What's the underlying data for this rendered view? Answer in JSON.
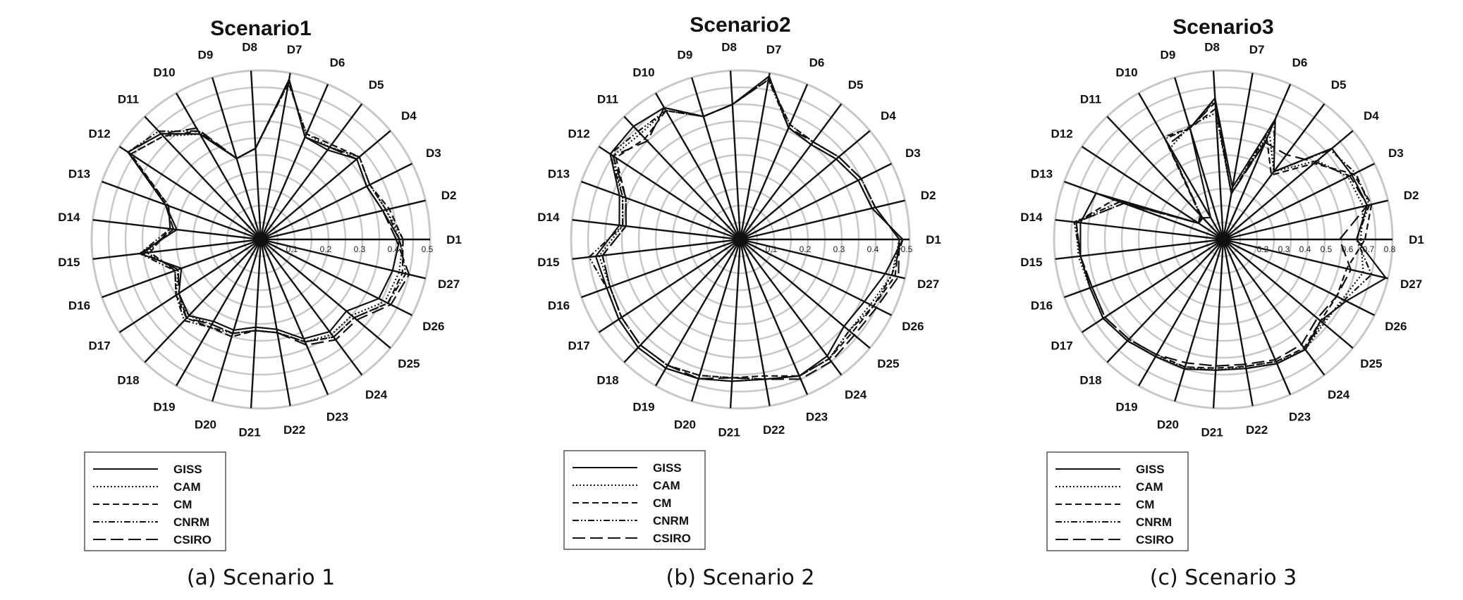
{
  "chart_data": [
    {
      "type": "radar",
      "title": "Scenario1",
      "caption": "(a) Scenario 1",
      "axis_labels": [
        "D1",
        "D2",
        "D3",
        "D4",
        "D5",
        "D6",
        "D7",
        "D8",
        "D9",
        "D10",
        "D11",
        "D12",
        "D13",
        "D14",
        "D15",
        "D16",
        "D17",
        "D18",
        "D19",
        "D20",
        "D21",
        "D22",
        "D23",
        "D24",
        "D25",
        "D26",
        "D27"
      ],
      "ticks": [
        0.1,
        0.2,
        0.3,
        0.4,
        0.5
      ],
      "tick_labels": [
        "0.1",
        "0.2",
        "0.3",
        "0.4",
        "0.5"
      ],
      "rmax": 0.5,
      "legend_position": "bottom-left",
      "series": [
        {
          "name": "GISS",
          "dash": "solid",
          "values": [
            0.41,
            0.37,
            0.35,
            0.37,
            0.33,
            0.33,
            0.48,
            0.27,
            0.25,
            0.36,
            0.43,
            0.47,
            0.3,
            0.25,
            0.36,
            0.25,
            0.29,
            0.31,
            0.28,
            0.28,
            0.26,
            0.27,
            0.32,
            0.34,
            0.33,
            0.39,
            0.4
          ]
        },
        {
          "name": "CAM",
          "dash": "dotted",
          "values": [
            0.42,
            0.38,
            0.36,
            0.38,
            0.34,
            0.34,
            0.47,
            0.27,
            0.25,
            0.36,
            0.42,
            0.46,
            0.3,
            0.26,
            0.34,
            0.26,
            0.3,
            0.31,
            0.29,
            0.29,
            0.27,
            0.28,
            0.33,
            0.35,
            0.35,
            0.41,
            0.42
          ]
        },
        {
          "name": "CM",
          "dash": "dashed",
          "values": [
            0.42,
            0.39,
            0.36,
            0.38,
            0.35,
            0.34,
            0.47,
            0.27,
            0.25,
            0.37,
            0.42,
            0.46,
            0.29,
            0.27,
            0.33,
            0.27,
            0.3,
            0.32,
            0.3,
            0.3,
            0.27,
            0.28,
            0.33,
            0.36,
            0.36,
            0.42,
            0.43
          ]
        },
        {
          "name": "CNRM",
          "dash": "dashdot",
          "values": [
            0.41,
            0.38,
            0.36,
            0.38,
            0.34,
            0.33,
            0.48,
            0.27,
            0.25,
            0.37,
            0.44,
            0.47,
            0.29,
            0.27,
            0.36,
            0.27,
            0.3,
            0.33,
            0.3,
            0.29,
            0.27,
            0.28,
            0.33,
            0.36,
            0.36,
            0.42,
            0.44
          ]
        },
        {
          "name": "CSIRO",
          "dash": "longdash",
          "values": [
            0.4,
            0.37,
            0.35,
            0.37,
            0.34,
            0.33,
            0.48,
            0.27,
            0.25,
            0.38,
            0.43,
            0.47,
            0.3,
            0.26,
            0.35,
            0.26,
            0.29,
            0.32,
            0.29,
            0.29,
            0.27,
            0.28,
            0.34,
            0.37,
            0.37,
            0.43,
            0.45
          ]
        }
      ]
    },
    {
      "type": "radar",
      "title": "Scenario2",
      "caption": "(b) Scenario 2",
      "axis_labels": [
        "D1",
        "D2",
        "D3",
        "D4",
        "D5",
        "D6",
        "D7",
        "D8",
        "D9",
        "D10",
        "D11",
        "D12",
        "D13",
        "D14",
        "D15",
        "D16",
        "D17",
        "D18",
        "D19",
        "D20",
        "D21",
        "D22",
        "D23",
        "D24",
        "D25",
        "D26",
        "D27"
      ],
      "ticks": [
        0.1,
        0.2,
        0.3,
        0.4,
        0.5
      ],
      "tick_labels": [
        "0.1",
        "0.2",
        "0.3",
        "0.4",
        "0.5"
      ],
      "rmax": 0.5,
      "legend_position": "bottom-left",
      "series": [
        {
          "name": "GISS",
          "dash": "solid",
          "values": [
            0.48,
            0.4,
            0.39,
            0.37,
            0.35,
            0.36,
            0.49,
            0.4,
            0.38,
            0.45,
            0.46,
            0.46,
            0.38,
            0.36,
            0.43,
            0.42,
            0.43,
            0.44,
            0.44,
            0.43,
            0.42,
            0.42,
            0.44,
            0.43,
            0.4,
            0.41,
            0.44
          ]
        },
        {
          "name": "CAM",
          "dash": "dotted",
          "values": [
            0.47,
            0.41,
            0.4,
            0.38,
            0.36,
            0.37,
            0.48,
            0.4,
            0.38,
            0.44,
            0.43,
            0.45,
            0.37,
            0.35,
            0.42,
            0.41,
            0.42,
            0.43,
            0.43,
            0.42,
            0.41,
            0.42,
            0.44,
            0.44,
            0.42,
            0.43,
            0.46
          ]
        },
        {
          "name": "CM",
          "dash": "dashed",
          "values": [
            0.47,
            0.41,
            0.4,
            0.38,
            0.36,
            0.37,
            0.48,
            0.4,
            0.38,
            0.44,
            0.41,
            0.44,
            0.36,
            0.34,
            0.41,
            0.41,
            0.42,
            0.43,
            0.43,
            0.42,
            0.41,
            0.41,
            0.44,
            0.44,
            0.43,
            0.44,
            0.47
          ]
        },
        {
          "name": "CNRM",
          "dash": "dashdot",
          "values": [
            0.48,
            0.4,
            0.39,
            0.37,
            0.35,
            0.36,
            0.48,
            0.4,
            0.38,
            0.44,
            0.44,
            0.46,
            0.37,
            0.35,
            0.45,
            0.42,
            0.43,
            0.44,
            0.44,
            0.43,
            0.42,
            0.42,
            0.44,
            0.44,
            0.42,
            0.44,
            0.46
          ]
        },
        {
          "name": "CSIRO",
          "dash": "longdash",
          "values": [
            0.47,
            0.41,
            0.4,
            0.38,
            0.36,
            0.36,
            0.49,
            0.4,
            0.38,
            0.45,
            0.4,
            0.45,
            0.36,
            0.34,
            0.41,
            0.41,
            0.42,
            0.43,
            0.43,
            0.43,
            0.41,
            0.42,
            0.45,
            0.45,
            0.44,
            0.45,
            0.48
          ]
        }
      ]
    },
    {
      "type": "radar",
      "title": "Scenario3",
      "caption": "(c) Scenario 3",
      "axis_labels": [
        "D1",
        "D2",
        "D3",
        "D4",
        "D5",
        "D6",
        "D7",
        "D8",
        "D9",
        "D10",
        "D11",
        "D12",
        "D13",
        "D14",
        "D15",
        "D16",
        "D17",
        "D18",
        "D19",
        "D20",
        "D21",
        "D22",
        "D23",
        "D24",
        "D25",
        "D26",
        "D27"
      ],
      "ticks": [
        0.2,
        0.3,
        0.4,
        0.5,
        0.6,
        0.7,
        0.8
      ],
      "tick_labels": [
        "0.2",
        "0.3",
        "0.4",
        "0.5",
        "0.6",
        "0.7",
        "0.8"
      ],
      "rmax": 0.8,
      "legend_position": "bottom-left",
      "series": [
        {
          "name": "GISS",
          "dash": "solid",
          "values": [
            0.63,
            0.7,
            0.68,
            0.67,
            0.4,
            0.62,
            0.25,
            0.67,
            0.55,
            0.12,
            0.14,
            0.14,
            0.64,
            0.68,
            0.68,
            0.67,
            0.68,
            0.66,
            0.64,
            0.64,
            0.62,
            0.62,
            0.64,
            0.65,
            0.6,
            0.65,
            0.79
          ]
        },
        {
          "name": "CAM",
          "dash": "dotted",
          "values": [
            0.65,
            0.68,
            0.66,
            0.58,
            0.4,
            0.55,
            0.22,
            0.6,
            0.56,
            0.5,
            0.16,
            0.14,
            0.5,
            0.7,
            0.69,
            0.67,
            0.68,
            0.66,
            0.64,
            0.63,
            0.62,
            0.61,
            0.63,
            0.65,
            0.62,
            0.63,
            0.68
          ]
        },
        {
          "name": "CM",
          "dash": "dashed",
          "values": [
            0.67,
            0.72,
            0.69,
            0.56,
            0.38,
            0.52,
            0.22,
            0.62,
            0.55,
            0.56,
            0.16,
            0.14,
            0.55,
            0.7,
            0.68,
            0.66,
            0.67,
            0.65,
            0.63,
            0.63,
            0.61,
            0.61,
            0.63,
            0.64,
            0.6,
            0.6,
            0.6
          ]
        },
        {
          "name": "CNRM",
          "dash": "dashdot",
          "values": [
            0.63,
            0.71,
            0.7,
            0.66,
            0.4,
            0.61,
            0.22,
            0.66,
            0.55,
            0.55,
            0.15,
            0.14,
            0.52,
            0.71,
            0.68,
            0.67,
            0.68,
            0.66,
            0.64,
            0.64,
            0.62,
            0.62,
            0.64,
            0.65,
            0.61,
            0.64,
            0.72
          ]
        },
        {
          "name": "CSIRO",
          "dash": "longdash",
          "values": [
            0.55,
            0.7,
            0.67,
            0.57,
            0.5,
            0.5,
            0.22,
            0.65,
            0.55,
            0.52,
            0.15,
            0.14,
            0.5,
            0.7,
            0.68,
            0.66,
            0.67,
            0.65,
            0.63,
            0.61,
            0.6,
            0.6,
            0.62,
            0.62,
            0.58,
            0.6,
            0.62
          ]
        }
      ]
    }
  ]
}
